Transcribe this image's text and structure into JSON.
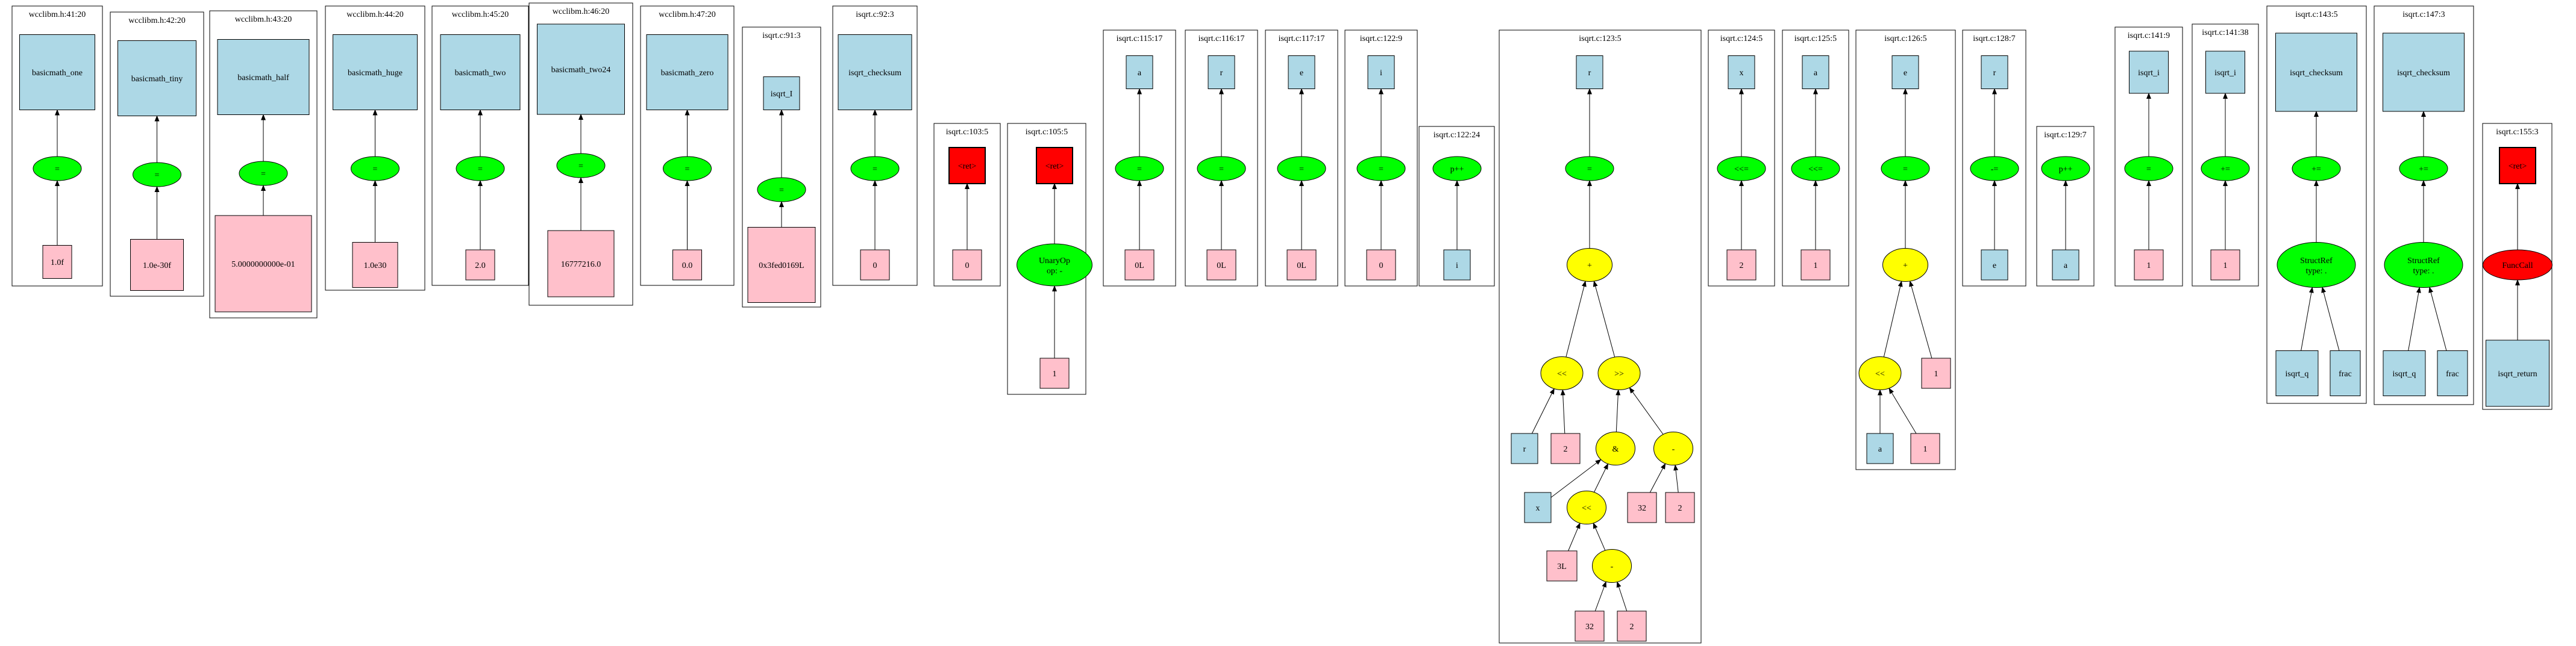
{
  "colors": {
    "var": "#add8e6",
    "literal": "#ffc0cb",
    "assign": "#00ff00",
    "operator": "#ffff00",
    "ret": "#ff0000",
    "edge": "#000000",
    "border": "#000000"
  },
  "clusters": [
    {
      "title": "wcclibm.h:41:20",
      "nodes": [
        {
          "id": "v",
          "kind": "var",
          "label": "basicmath_one"
        },
        {
          "id": "op",
          "kind": "assign",
          "label": "="
        },
        {
          "id": "lit",
          "kind": "literal",
          "label": "1.0f"
        }
      ],
      "edges": [
        [
          "lit",
          "op"
        ],
        [
          "op",
          "v"
        ]
      ]
    },
    {
      "title": "wcclibm.h:42:20",
      "nodes": [
        {
          "id": "v",
          "kind": "var",
          "label": "basicmath_tiny"
        },
        {
          "id": "op",
          "kind": "assign",
          "label": "="
        },
        {
          "id": "lit",
          "kind": "literal",
          "label": "1.0e-30f"
        }
      ],
      "edges": [
        [
          "lit",
          "op"
        ],
        [
          "op",
          "v"
        ]
      ]
    },
    {
      "title": "wcclibm.h:43:20",
      "nodes": [
        {
          "id": "v",
          "kind": "var",
          "label": "basicmath_half"
        },
        {
          "id": "op",
          "kind": "assign",
          "label": "="
        },
        {
          "id": "lit",
          "kind": "literal",
          "label": "5.0000000000e-01"
        }
      ],
      "edges": [
        [
          "lit",
          "op"
        ],
        [
          "op",
          "v"
        ]
      ]
    },
    {
      "title": "wcclibm.h:44:20",
      "nodes": [
        {
          "id": "v",
          "kind": "var",
          "label": "basicmath_huge"
        },
        {
          "id": "op",
          "kind": "assign",
          "label": "="
        },
        {
          "id": "lit",
          "kind": "literal",
          "label": "1.0e30"
        }
      ],
      "edges": [
        [
          "lit",
          "op"
        ],
        [
          "op",
          "v"
        ]
      ]
    },
    {
      "title": "wcclibm.h:45:20",
      "nodes": [
        {
          "id": "v",
          "kind": "var",
          "label": "basicmath_two"
        },
        {
          "id": "op",
          "kind": "assign",
          "label": "="
        },
        {
          "id": "lit",
          "kind": "literal",
          "label": "2.0"
        }
      ],
      "edges": [
        [
          "lit",
          "op"
        ],
        [
          "op",
          "v"
        ]
      ]
    },
    {
      "title": "wcclibm.h:46:20",
      "nodes": [
        {
          "id": "v",
          "kind": "var",
          "label": "basicmath_two24"
        },
        {
          "id": "op",
          "kind": "assign",
          "label": "="
        },
        {
          "id": "lit",
          "kind": "literal",
          "label": "16777216.0"
        }
      ],
      "edges": [
        [
          "lit",
          "op"
        ],
        [
          "op",
          "v"
        ]
      ]
    },
    {
      "title": "wcclibm.h:47:20",
      "nodes": [
        {
          "id": "v",
          "kind": "var",
          "label": "basicmath_zero"
        },
        {
          "id": "op",
          "kind": "assign",
          "label": "="
        },
        {
          "id": "lit",
          "kind": "literal",
          "label": "0.0"
        }
      ],
      "edges": [
        [
          "lit",
          "op"
        ],
        [
          "op",
          "v"
        ]
      ]
    },
    {
      "title": "isqrt.c:91:3",
      "nodes": [
        {
          "id": "v",
          "kind": "var",
          "label": "isqrt_I"
        },
        {
          "id": "op",
          "kind": "assign",
          "label": "="
        },
        {
          "id": "lit",
          "kind": "literal",
          "label": "0x3fed0169L"
        }
      ],
      "edges": [
        [
          "lit",
          "op"
        ],
        [
          "op",
          "v"
        ]
      ]
    },
    {
      "title": "isqrt.c:92:3",
      "nodes": [
        {
          "id": "v",
          "kind": "var",
          "label": "isqrt_checksum"
        },
        {
          "id": "op",
          "kind": "assign",
          "label": "="
        },
        {
          "id": "lit",
          "kind": "literal",
          "label": "0"
        }
      ],
      "edges": [
        [
          "lit",
          "op"
        ],
        [
          "op",
          "v"
        ]
      ]
    },
    {
      "title": "isqrt.c:103:5",
      "nodes": [
        {
          "id": "r",
          "kind": "ret",
          "label": "<ret>"
        },
        {
          "id": "lit",
          "kind": "literal",
          "label": "0"
        }
      ],
      "edges": [
        [
          "lit",
          "r"
        ]
      ]
    },
    {
      "title": "isqrt.c:105:5",
      "nodes": [
        {
          "id": "r",
          "kind": "ret",
          "label": "<ret>"
        },
        {
          "id": "u",
          "kind": "assign",
          "label": "UnaryOp",
          "label2": "op: -"
        },
        {
          "id": "lit",
          "kind": "literal",
          "label": "1"
        }
      ],
      "edges": [
        [
          "lit",
          "u"
        ],
        [
          "u",
          "r"
        ]
      ]
    },
    {
      "title": "isqrt.c:115:17",
      "nodes": [
        {
          "id": "v",
          "kind": "var",
          "label": "a"
        },
        {
          "id": "op",
          "kind": "assign",
          "label": "="
        },
        {
          "id": "lit",
          "kind": "literal",
          "label": "0L"
        }
      ],
      "edges": [
        [
          "lit",
          "op"
        ],
        [
          "op",
          "v"
        ]
      ]
    },
    {
      "title": "isqrt.c:116:17",
      "nodes": [
        {
          "id": "v",
          "kind": "var",
          "label": "r"
        },
        {
          "id": "op",
          "kind": "assign",
          "label": "="
        },
        {
          "id": "lit",
          "kind": "literal",
          "label": "0L"
        }
      ],
      "edges": [
        [
          "lit",
          "op"
        ],
        [
          "op",
          "v"
        ]
      ]
    },
    {
      "title": "isqrt.c:117:17",
      "nodes": [
        {
          "id": "v",
          "kind": "var",
          "label": "e"
        },
        {
          "id": "op",
          "kind": "assign",
          "label": "="
        },
        {
          "id": "lit",
          "kind": "literal",
          "label": "0L"
        }
      ],
      "edges": [
        [
          "lit",
          "op"
        ],
        [
          "op",
          "v"
        ]
      ]
    },
    {
      "title": "isqrt.c:122:9",
      "nodes": [
        {
          "id": "v",
          "kind": "var",
          "label": "i"
        },
        {
          "id": "op",
          "kind": "assign",
          "label": "="
        },
        {
          "id": "lit",
          "kind": "literal",
          "label": "0"
        }
      ],
      "edges": [
        [
          "lit",
          "op"
        ],
        [
          "op",
          "v"
        ]
      ]
    },
    {
      "title": "isqrt.c:122:24",
      "nodes": [
        {
          "id": "op",
          "kind": "assign",
          "label": "p++"
        },
        {
          "id": "v",
          "kind": "var",
          "label": "i"
        }
      ],
      "edges": [
        [
          "v",
          "op"
        ]
      ]
    },
    {
      "title": "isqrt.c:123:5",
      "nodes": [
        {
          "id": "r",
          "kind": "var",
          "label": "r"
        },
        {
          "id": "eq",
          "kind": "assign",
          "label": "="
        },
        {
          "id": "plus",
          "kind": "operator",
          "label": "+"
        },
        {
          "id": "shl",
          "kind": "operator",
          "label": "<<"
        },
        {
          "id": "shr",
          "kind": "operator",
          "label": ">>"
        },
        {
          "id": "r2",
          "kind": "var",
          "label": "r"
        },
        {
          "id": "two1",
          "kind": "literal",
          "label": "2"
        },
        {
          "id": "and",
          "kind": "operator",
          "label": "&"
        },
        {
          "id": "minus1",
          "kind": "operator",
          "label": "-"
        },
        {
          "id": "x",
          "kind": "var",
          "label": "x"
        },
        {
          "id": "shl2",
          "kind": "operator",
          "label": "<<"
        },
        {
          "id": "n32a",
          "kind": "literal",
          "label": "32"
        },
        {
          "id": "two2",
          "kind": "literal",
          "label": "2"
        },
        {
          "id": "threeL",
          "kind": "literal",
          "label": "3L"
        },
        {
          "id": "minus2",
          "kind": "operator",
          "label": "-"
        },
        {
          "id": "n32b",
          "kind": "literal",
          "label": "32"
        },
        {
          "id": "two3",
          "kind": "literal",
          "label": "2"
        }
      ],
      "edges": [
        [
          "eq",
          "r"
        ],
        [
          "plus",
          "eq"
        ],
        [
          "shl",
          "plus"
        ],
        [
          "shr",
          "plus"
        ],
        [
          "r2",
          "shl"
        ],
        [
          "two1",
          "shl"
        ],
        [
          "and",
          "shr"
        ],
        [
          "minus1",
          "shr"
        ],
        [
          "x",
          "and"
        ],
        [
          "shl2",
          "and"
        ],
        [
          "n32a",
          "minus1"
        ],
        [
          "two2",
          "minus1"
        ],
        [
          "threeL",
          "shl2"
        ],
        [
          "minus2",
          "shl2"
        ],
        [
          "n32b",
          "minus2"
        ],
        [
          "two3",
          "minus2"
        ]
      ]
    },
    {
      "title": "isqrt.c:124:5",
      "nodes": [
        {
          "id": "v",
          "kind": "var",
          "label": "x"
        },
        {
          "id": "op",
          "kind": "assign",
          "label": "<<="
        },
        {
          "id": "lit",
          "kind": "literal",
          "label": "2"
        }
      ],
      "edges": [
        [
          "lit",
          "op"
        ],
        [
          "op",
          "v"
        ]
      ]
    },
    {
      "title": "isqrt.c:125:5",
      "nodes": [
        {
          "id": "v",
          "kind": "var",
          "label": "a"
        },
        {
          "id": "op",
          "kind": "assign",
          "label": "<<="
        },
        {
          "id": "lit",
          "kind": "literal",
          "label": "1"
        }
      ],
      "edges": [
        [
          "lit",
          "op"
        ],
        [
          "op",
          "v"
        ]
      ]
    },
    {
      "title": "isqrt.c:126:5",
      "nodes": [
        {
          "id": "e",
          "kind": "var",
          "label": "e"
        },
        {
          "id": "eq",
          "kind": "assign",
          "label": "="
        },
        {
          "id": "plus",
          "kind": "operator",
          "label": "+"
        },
        {
          "id": "shl",
          "kind": "operator",
          "label": "<<"
        },
        {
          "id": "one1",
          "kind": "literal",
          "label": "1"
        },
        {
          "id": "a",
          "kind": "var",
          "label": "a"
        },
        {
          "id": "one2",
          "kind": "literal",
          "label": "1"
        }
      ],
      "edges": [
        [
          "eq",
          "e"
        ],
        [
          "plus",
          "eq"
        ],
        [
          "shl",
          "plus"
        ],
        [
          "one1",
          "plus"
        ],
        [
          "a",
          "shl"
        ],
        [
          "one2",
          "shl"
        ]
      ]
    },
    {
      "title": "isqrt.c:128:7",
      "nodes": [
        {
          "id": "v",
          "kind": "var",
          "label": "r"
        },
        {
          "id": "op",
          "kind": "assign",
          "label": "-="
        },
        {
          "id": "src",
          "kind": "var",
          "label": "e"
        }
      ],
      "edges": [
        [
          "src",
          "op"
        ],
        [
          "op",
          "v"
        ]
      ]
    },
    {
      "title": "isqrt.c:129:7",
      "nodes": [
        {
          "id": "op",
          "kind": "assign",
          "label": "p++"
        },
        {
          "id": "v",
          "kind": "var",
          "label": "a"
        }
      ],
      "edges": [
        [
          "v",
          "op"
        ]
      ]
    },
    {
      "title": "isqrt.c:141:9",
      "nodes": [
        {
          "id": "v",
          "kind": "var",
          "label": "isqrt_i"
        },
        {
          "id": "op",
          "kind": "assign",
          "label": "="
        },
        {
          "id": "lit",
          "kind": "literal",
          "label": "1"
        }
      ],
      "edges": [
        [
          "lit",
          "op"
        ],
        [
          "op",
          "v"
        ]
      ]
    },
    {
      "title": "isqrt.c:141:38",
      "nodes": [
        {
          "id": "v",
          "kind": "var",
          "label": "isqrt_i"
        },
        {
          "id": "op",
          "kind": "assign",
          "label": "+="
        },
        {
          "id": "lit",
          "kind": "literal",
          "label": "1"
        }
      ],
      "edges": [
        [
          "lit",
          "op"
        ],
        [
          "op",
          "v"
        ]
      ]
    },
    {
      "title": "isqrt.c:143:5",
      "nodes": [
        {
          "id": "v",
          "kind": "var",
          "label": "isqrt_checksum"
        },
        {
          "id": "op",
          "kind": "assign",
          "label": "+="
        },
        {
          "id": "sr",
          "kind": "assign",
          "label": "StructRef",
          "label2": "type: ."
        },
        {
          "id": "q",
          "kind": "var",
          "label": "isqrt_q"
        },
        {
          "id": "f",
          "kind": "var",
          "label": "frac"
        }
      ],
      "edges": [
        [
          "q",
          "sr"
        ],
        [
          "f",
          "sr"
        ],
        [
          "sr",
          "op"
        ],
        [
          "op",
          "v"
        ]
      ]
    },
    {
      "title": "isqrt.c:147:3",
      "nodes": [
        {
          "id": "v",
          "kind": "var",
          "label": "isqrt_checksum"
        },
        {
          "id": "op",
          "kind": "assign",
          "label": "+="
        },
        {
          "id": "sr",
          "kind": "assign",
          "label": "StructRef",
          "label2": "type: ."
        },
        {
          "id": "q",
          "kind": "var",
          "label": "isqrt_q"
        },
        {
          "id": "f",
          "kind": "var",
          "label": "frac"
        }
      ],
      "edges": [
        [
          "q",
          "sr"
        ],
        [
          "f",
          "sr"
        ],
        [
          "sr",
          "op"
        ],
        [
          "op",
          "v"
        ]
      ]
    },
    {
      "title": "isqrt.c:155:3",
      "nodes": [
        {
          "id": "r",
          "kind": "ret",
          "label": "<ret>"
        },
        {
          "id": "fc",
          "kind": "ret",
          "label": "FuncCall",
          "ellipse": true
        },
        {
          "id": "v",
          "kind": "var",
          "label": "isqrt_return"
        }
      ],
      "edges": [
        [
          "v",
          "fc"
        ],
        [
          "fc",
          "r"
        ]
      ]
    }
  ]
}
